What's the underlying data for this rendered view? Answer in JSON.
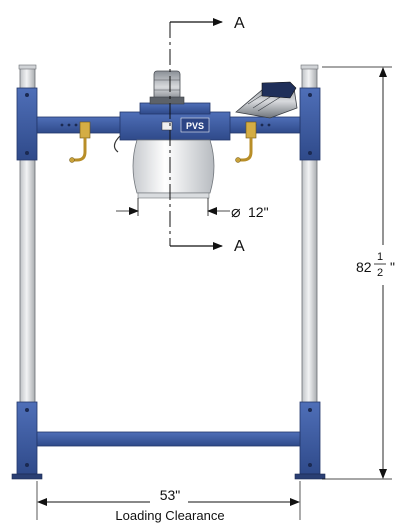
{
  "section_marker_top": "A",
  "section_marker_bottom": "A",
  "diameter": {
    "symbol": "⌀",
    "value": "12\""
  },
  "height_dim": {
    "whole": "82",
    "numerator": "1",
    "denominator": "2",
    "unit": "\""
  },
  "width_dim": {
    "value": "53\"",
    "caption": "Loading Clearance"
  },
  "logo_text": "PVS",
  "colors": {
    "frame_blue": "#3d5a9e",
    "frame_blue_dark": "#2a3f73",
    "post_grey": "#d4d6d9",
    "hopper_white": "#eef0f3",
    "brass": "#c9a23a"
  }
}
